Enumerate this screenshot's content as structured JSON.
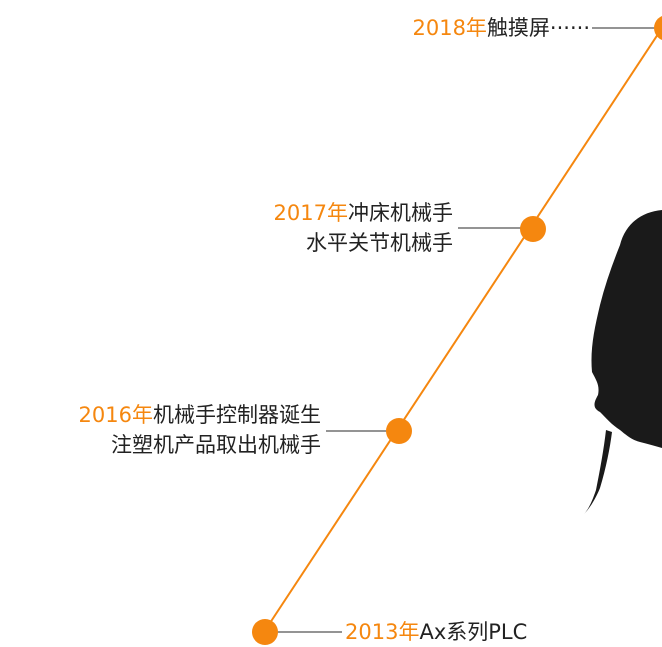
{
  "colors": {
    "accent": "#f5870f",
    "text": "#222222",
    "connector": "#555555",
    "silhouette": "#1a1a1a"
  },
  "timeline": [
    {
      "year": "2018年",
      "lines": [
        "触摸屏······"
      ]
    },
    {
      "year": "2017年",
      "lines": [
        "冲床机械手",
        "水平关节机械手"
      ]
    },
    {
      "year": "2016年",
      "lines": [
        "机械手控制器诞生",
        "注塑机产品取出机械手"
      ]
    },
    {
      "year": "2013年",
      "lines": [
        "Ax系列PLC"
      ]
    }
  ]
}
